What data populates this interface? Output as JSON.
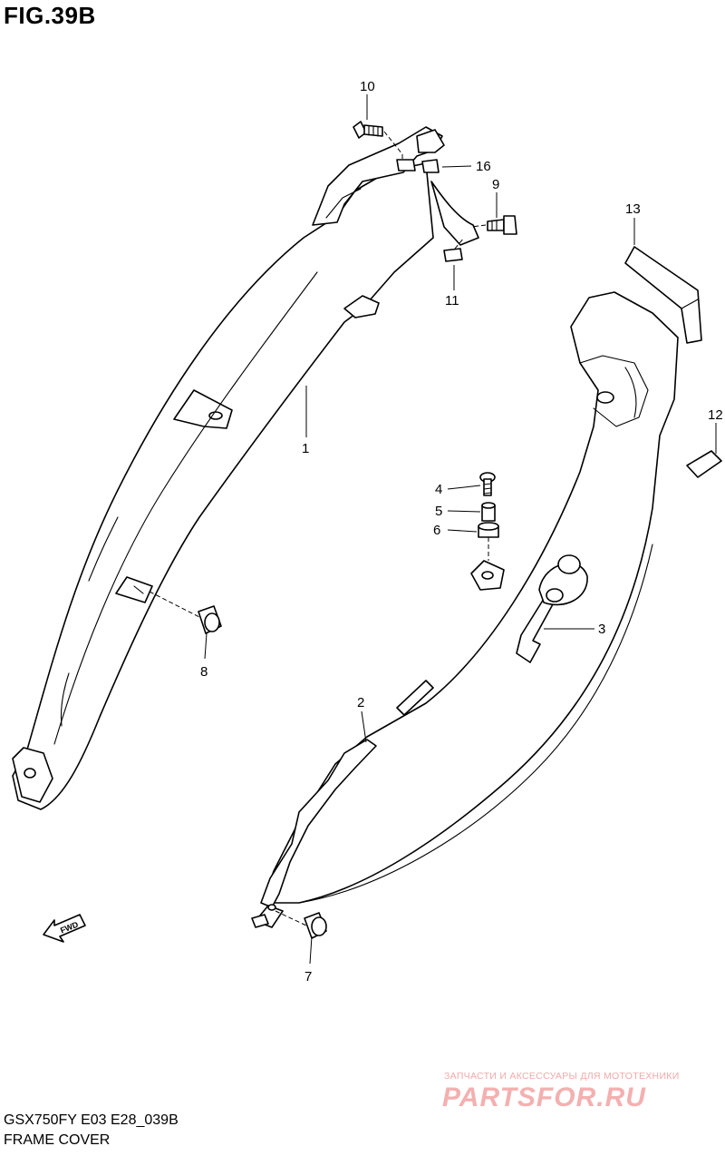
{
  "figure_title": "FIG.39B",
  "model_code": "GSX750FY E03 E28_039B",
  "section_name": "FRAME COVER",
  "fwd_badge": "FWD",
  "callouts": {
    "p1": "1",
    "p2": "2",
    "p3": "3",
    "p4": "4",
    "p5": "5",
    "p6": "6",
    "p7": "7",
    "p8": "8",
    "p9": "9",
    "p10": "10",
    "p11": "11",
    "p12": "12",
    "p13": "13",
    "p16": "16"
  },
  "watermark": {
    "tagline": "ЗАПЧАСТИ И АКСЕССУАРЫ ДЛЯ МОТОТЕХНИКИ",
    "logo": "PARTSFOR.RU"
  }
}
